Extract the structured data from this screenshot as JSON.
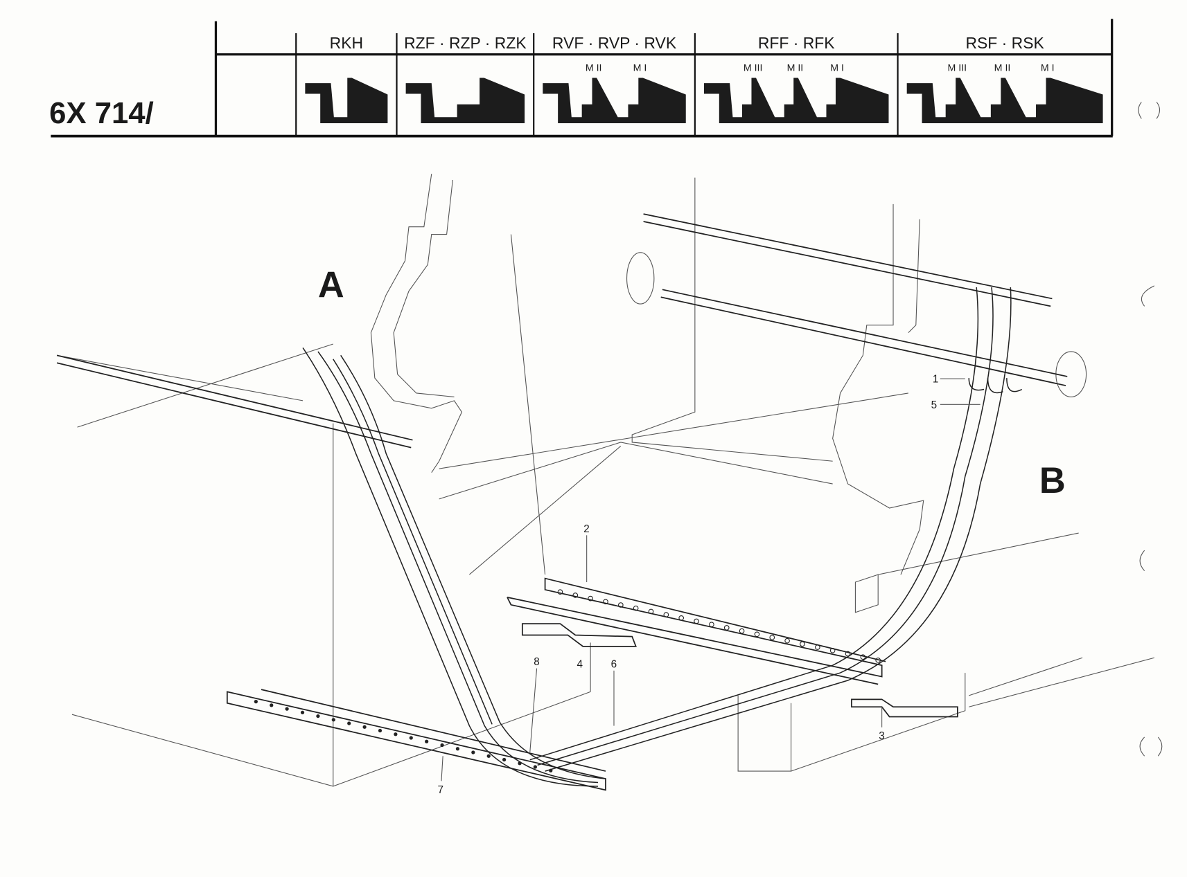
{
  "title": "6X 714/",
  "table": {
    "columns": [
      {
        "header": "",
        "teeth": 0,
        "marks": []
      },
      {
        "header": "RKH",
        "teeth": 1,
        "marks": []
      },
      {
        "header": "RZF · RZP · RZK",
        "teeth": 1,
        "marks": []
      },
      {
        "header": "RVF · RVP · RVK",
        "teeth": 2,
        "marks": [
          "M II",
          "M I"
        ]
      },
      {
        "header": "RFF · RFK",
        "teeth": 3,
        "marks": [
          "M III",
          "M II",
          "M I"
        ]
      },
      {
        "header": "RSF · RSK",
        "teeth": 3,
        "marks": [
          "M III",
          "M II",
          "M I"
        ]
      }
    ]
  },
  "diagram": {
    "view_a": "A",
    "view_b": "B",
    "callouts": [
      "1",
      "5",
      "2",
      "4",
      "6",
      "8",
      "3",
      "7"
    ]
  }
}
